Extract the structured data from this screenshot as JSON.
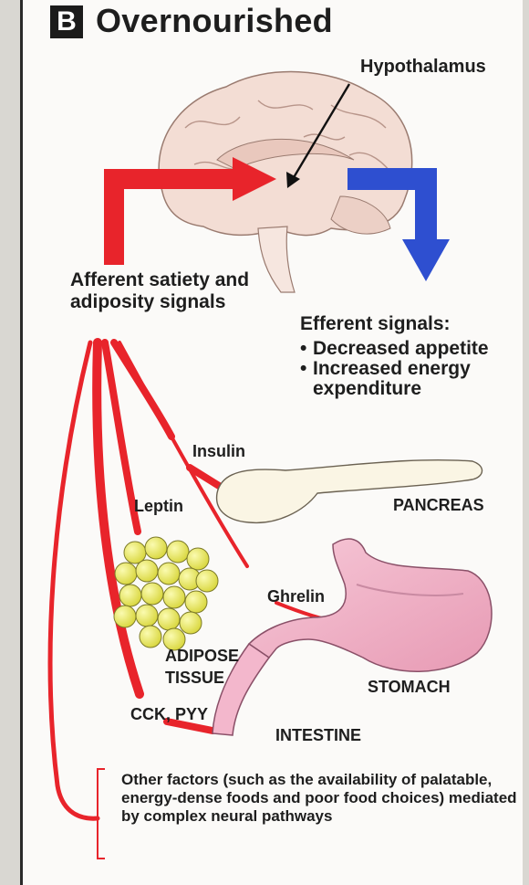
{
  "header": {
    "badge": "B",
    "title": "Overnourished"
  },
  "labels": {
    "hypothalamus": "Hypothalamus",
    "afferent": "Afferent satiety and adiposity signals",
    "efferent_title": "Efferent signals:",
    "efferent_items": [
      "Decreased appetite",
      "Increased energy expenditure"
    ],
    "insulin": "Insulin",
    "pancreas": "PANCREAS",
    "leptin": "Leptin",
    "ghrelin": "Ghrelin",
    "adipose_line1": "ADIPOSE",
    "adipose_line2": "TISSUE",
    "stomach": "STOMACH",
    "cck_pyy": "CCK, PYY",
    "intestine": "INTESTINE",
    "other_factors": "Other factors (such as the availability of palatable, energy-dense foods and poor food choices) mediated by complex neural pathways"
  },
  "colors": {
    "afferent_arrow": "#e8242b",
    "efferent_arrow": "#2e4fd0",
    "organ_pink": "#f2b3c8",
    "fat_yellow": "#ecec58",
    "brain": "#f4e3dc"
  },
  "icons": [
    "brain-icon",
    "pancreas-icon",
    "stomach-icon",
    "intestine-icon",
    "adipose-cells-icon"
  ]
}
